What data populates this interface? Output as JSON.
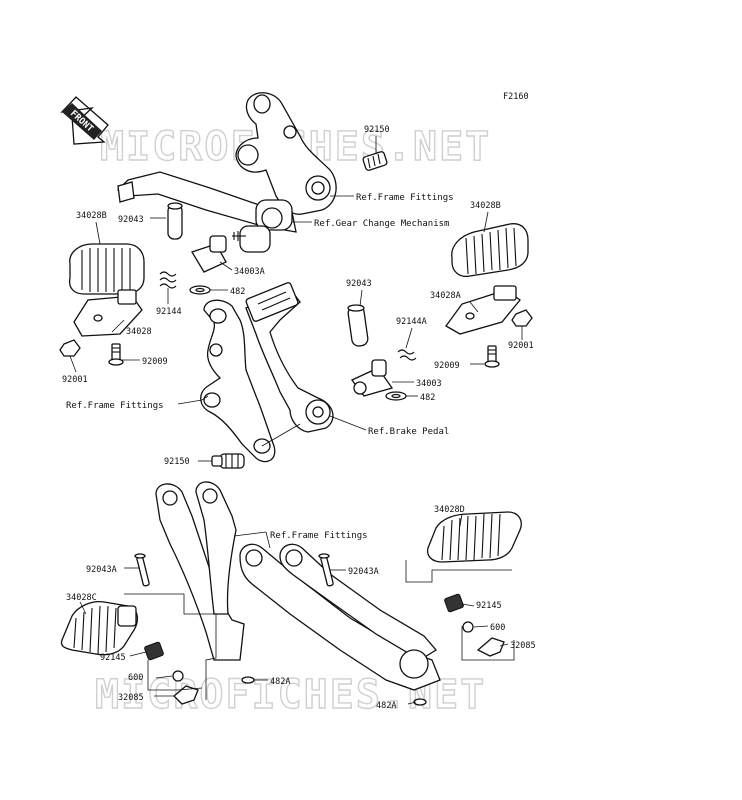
{
  "figure_code": "F2160",
  "front_label": "FRONT",
  "watermark": "MICROFICHES.NET",
  "refs": {
    "frame_1": "Ref.Frame Fittings",
    "gear_change": "Ref.Gear Change Mechanism",
    "frame_2": "Ref.Frame Fittings",
    "brake_pedal": "Ref.Brake Pedal",
    "frame_3": "Ref.Frame Fittings"
  },
  "parts": {
    "p92150_top": "92150",
    "p92043_left": "92043",
    "p34028B_left": "34028B",
    "p34003A": "34003A",
    "p482_top": "482",
    "p92144": "92144",
    "p34028": "34028",
    "p92009_left": "92009",
    "p92001_left": "92001",
    "p92043_mid": "92043",
    "p92144A": "92144A",
    "p34003": "34003",
    "p482_mid": "482",
    "p34028B_right": "34028B",
    "p34028A": "34028A",
    "p92009_right": "92009",
    "p92001_right": "92001",
    "p92150_bottom": "92150",
    "p34028D": "34028D",
    "p92043A_left": "92043A",
    "p92043A_right": "92043A",
    "p34028C": "34028C",
    "p92145_right": "92145",
    "p600_right": "600",
    "p32085_right": "32085",
    "p92145_left": "92145",
    "p600_left": "600",
    "p32085_left": "32085",
    "p482A_left": "482A",
    "p482A_bottom": "482A"
  }
}
